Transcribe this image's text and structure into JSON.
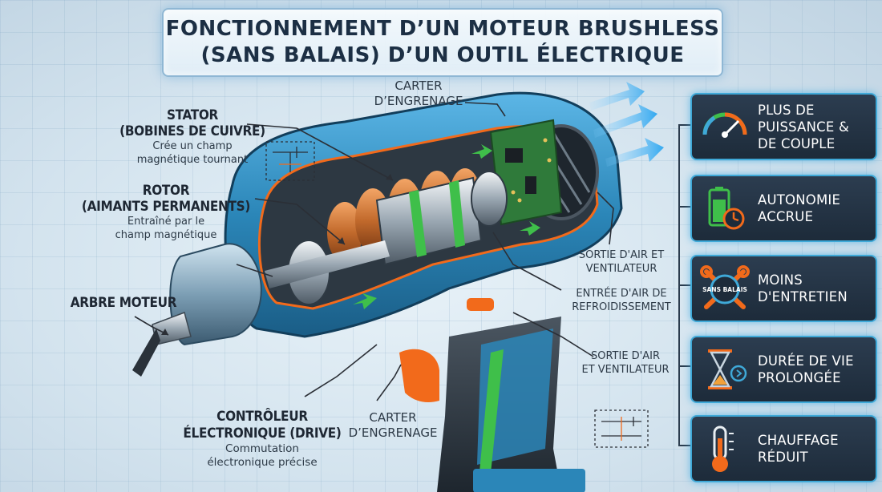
{
  "title": {
    "line1": "FONCTIONNEMENT D’UN MOTEUR BRUSHLESS",
    "line2": "(SANS BALAIS) D’UN OUTIL ÉLECTRIQUE"
  },
  "labels": {
    "stator": {
      "title1": "STATOR",
      "title2": "(BOBINES DE CUIVRE)",
      "sub1": "Crée un champ",
      "sub2": "magnétique tournant"
    },
    "rotor": {
      "title1": "ROTOR",
      "title2": "(AIMANTS PERMANENTS)",
      "sub1": "Entraîné par le",
      "sub2": "champ magnétique"
    },
    "arbre": {
      "title": "ARBRE MOTEUR"
    },
    "controleur": {
      "title1": "CONTRÔLEUR",
      "title2": "ÉLECTRONIQUE (DRIVE)",
      "sub1": "Commutation",
      "sub2": "électronique précise"
    },
    "carter_top": {
      "line1": "CARTER",
      "line2": "D’ENGRENAGE"
    },
    "carter_bottom": {
      "line1": "CARTER",
      "line2": "D’ENGRENAGE"
    },
    "sortie_1": {
      "line1": "SORTIE D'AIR ET",
      "line2": "VENTILATEUR"
    },
    "entree": {
      "line1": "ENTRÉE D'AIR DE",
      "line2": "REFROIDISSEMENT"
    },
    "sortie_2": {
      "line1": "SORTIE D'AIR",
      "line2": "ET VENTILATEUR"
    }
  },
  "benefits": [
    {
      "line1": "PLUS DE",
      "line2": "PUISSANCE &",
      "line3": "DE COUPLE",
      "icon": "gauge-icon"
    },
    {
      "line1": "AUTONOMIE",
      "line2": "ACCRUE",
      "icon": "battery-clock-icon"
    },
    {
      "line1": "MOINS",
      "line2": "D'ENTRETIEN",
      "icon": "wrenches-icon",
      "badge": "SANS BALAIS"
    },
    {
      "line1": "DURÉE DE VIE",
      "line2": "PROLONGÉE",
      "icon": "hourglass-icon"
    },
    {
      "line1": "CHAUFFAGE",
      "line2": "RÉDUIT",
      "icon": "thermometer-icon"
    }
  ],
  "colors": {
    "body_blue": "#2b86b8",
    "dark": "#27313b",
    "accent_orange": "#f26a1b",
    "copper": "#c26a2c",
    "green": "#3fbf4a",
    "glow": "#3fa9d8"
  }
}
